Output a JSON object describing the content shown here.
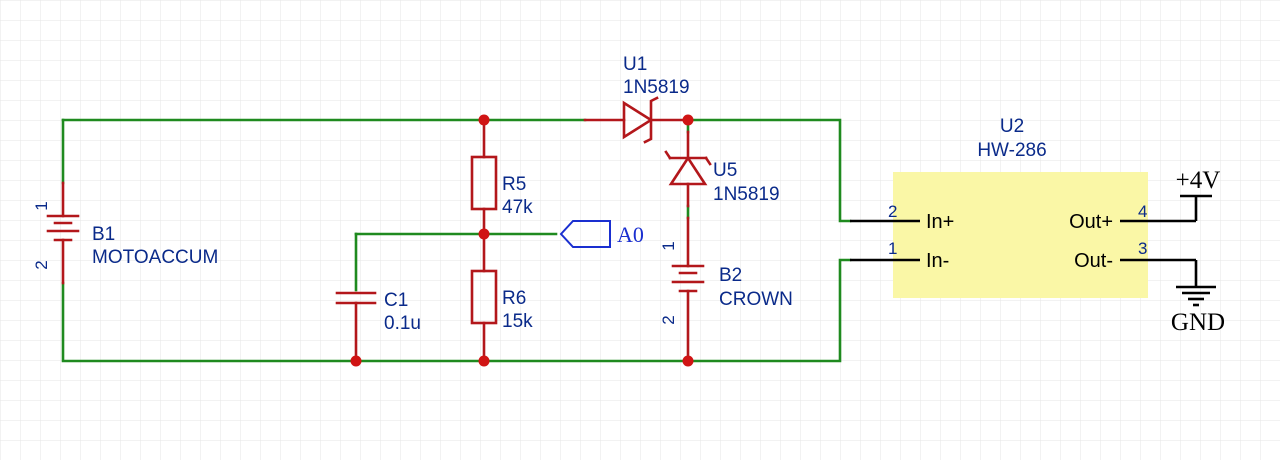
{
  "colors": {
    "wire": "#1f8a1f",
    "component": "#b3171b",
    "junction": "#d01414",
    "label_text": "#0a2a8a",
    "module_fill": "#faf7a6",
    "net_label": "#1a2fd0",
    "grid": "#e6e6e6"
  },
  "components": {
    "b1": {
      "ref": "B1",
      "value": "MOTOACCUM",
      "pin1": "1",
      "pin2": "2"
    },
    "b2": {
      "ref": "B2",
      "value": "CROWN",
      "pin1": "1",
      "pin2": "2"
    },
    "c1": {
      "ref": "C1",
      "value": "0.1u"
    },
    "r5": {
      "ref": "R5",
      "value": "47k"
    },
    "r6": {
      "ref": "R6",
      "value": "15k"
    },
    "u1": {
      "ref": "U1",
      "value": "1N5819"
    },
    "u5": {
      "ref": "U5",
      "value": "1N5819"
    },
    "u2": {
      "ref": "U2",
      "value": "HW-286",
      "pins": {
        "in_plus": {
          "number": "2",
          "name": "In+"
        },
        "in_minus": {
          "number": "1",
          "name": "In-"
        },
        "out_plus": {
          "number": "4",
          "name": "Out+"
        },
        "out_minus": {
          "number": "3",
          "name": "Out-"
        }
      }
    }
  },
  "net_labels": {
    "a0": "A0"
  },
  "power": {
    "vcc": "+4V",
    "gnd": "GND"
  },
  "icons": {
    "battery": "battery-icon",
    "resistor": "resistor-icon",
    "capacitor": "capacitor-icon",
    "diode": "schottky-diode-icon",
    "ground": "ground-icon"
  }
}
